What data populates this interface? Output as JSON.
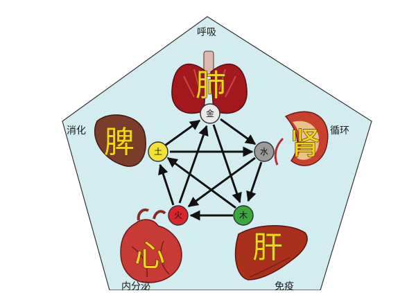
{
  "functions": {
    "top": "呼吸",
    "left": "消化",
    "right": "循环",
    "bottom_left": "内分泌",
    "bottom_right": "免疫"
  },
  "organs": {
    "lung": "肺",
    "spleen": "脾",
    "kidney": "肾",
    "heart": "心",
    "liver": "肝"
  },
  "elements": {
    "metal": "金",
    "earth": "土",
    "water": "水",
    "fire": "火",
    "wood": "木"
  },
  "colors": {
    "background": "#d3ecef",
    "metal": "#e9e9e9",
    "earth": "#f4e23a",
    "water": "#9a9a9a",
    "fire": "#d9262c",
    "wood": "#39a63e",
    "organ_text": "#f2d21a"
  }
}
